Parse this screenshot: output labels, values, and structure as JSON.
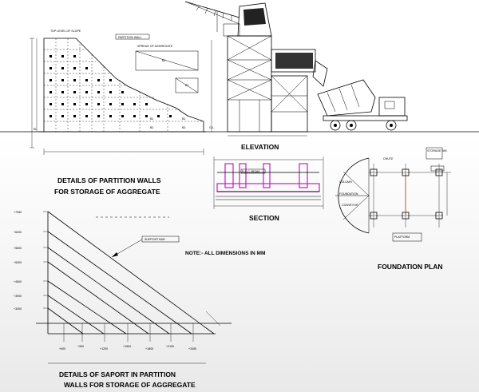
{
  "partition": {
    "title_line1": "DETAILS OF PARTITION WALLS",
    "title_line2": "FOR STORAGE OF AGGREGATE",
    "top_label": "TOP LEVEL OF SLOPE",
    "box_label": "PARTITION WALL",
    "spread_label": "SPREAD OF AGGREGATE",
    "el_label": "EL",
    "cells": [
      "B1",
      "B1",
      "B1",
      "B1",
      "B2",
      "B3"
    ]
  },
  "elevation": {
    "title": "ELEVATION",
    "gl_label": "G.L."
  },
  "section": {
    "title": "SECTION",
    "beam_label": "R.C.C. BEAM"
  },
  "foundation": {
    "title": "FOUNDATION PLAN",
    "labels": [
      "FOUNDATION",
      "COLUMN",
      "CHUTE",
      "CONVEYOR",
      "STORAGE BIN",
      "PLATFORM"
    ]
  },
  "note": "NOTE:-   ALL DIMENSIONS IN MM",
  "support": {
    "title_line1": "DETAILS OF SAPORT IN PARTITION",
    "title_line2": "WALLS FOR STORAGE OF AGGREGATE",
    "bar_label": "SUPPORT BAR",
    "y_ticks": [
      "+7080",
      "+6400",
      "+5800",
      "+5300",
      "+4600",
      "+3900",
      "+3400"
    ],
    "x_ticks": [
      "+600",
      "+900",
      "+1200",
      "+1500",
      "+1800",
      "+2100",
      "+3450"
    ]
  }
}
